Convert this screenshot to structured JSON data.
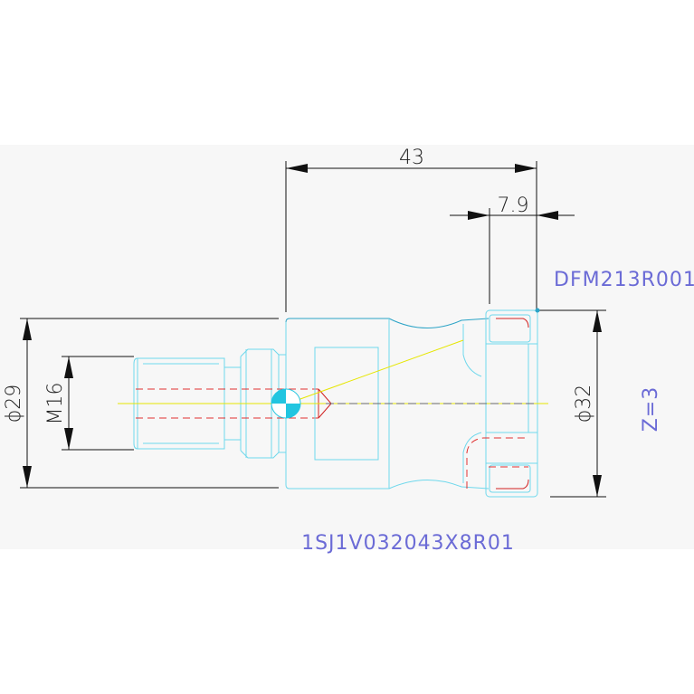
{
  "dimensions": {
    "overall_length": "43",
    "head_offset": "7.9",
    "shank_diameter": "ϕ29",
    "thread": "M16",
    "cutter_diameter": "ϕ32"
  },
  "labels": {
    "insert_code": "DFM213R001",
    "flutes": "Z=3",
    "tool_code": "1SJ1V032043X8R01"
  },
  "colors": {
    "outline": "#6fd8ec",
    "hidden_lines": "#e03030",
    "center_line": "#e6e600",
    "dimension": "#111111",
    "code_text": "#6b6bd6"
  }
}
